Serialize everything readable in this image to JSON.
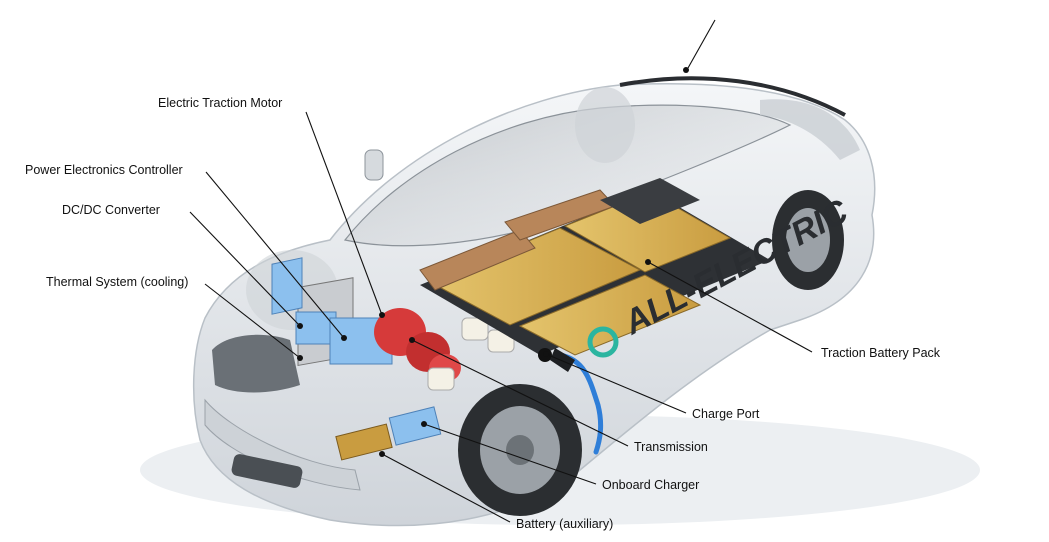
{
  "labels": {
    "electric_traction_motor": "Electric Traction Motor",
    "power_electronics_controller": "Power Electronics Controller",
    "dc_dc_converter": "DC/DC Converter",
    "thermal_system": "Thermal System (cooling)",
    "traction_battery_pack": "Traction Battery Pack",
    "charge_port": "Charge Port",
    "transmission": "Transmission",
    "onboard_charger": "Onboard Charger",
    "battery_auxiliary": "Battery (auxiliary)"
  },
  "car_decal": "ALL-ELECTRIC",
  "colors": {
    "background": "#ffffff",
    "car_body": "#e9ecef",
    "battery_cells": "#d8b25a",
    "battery_modules": "#b8865a",
    "motor": "#d63a3a",
    "converter": "#8cc0ee",
    "charge_cable": "#2f7ed8",
    "leader_line": "#111111"
  }
}
